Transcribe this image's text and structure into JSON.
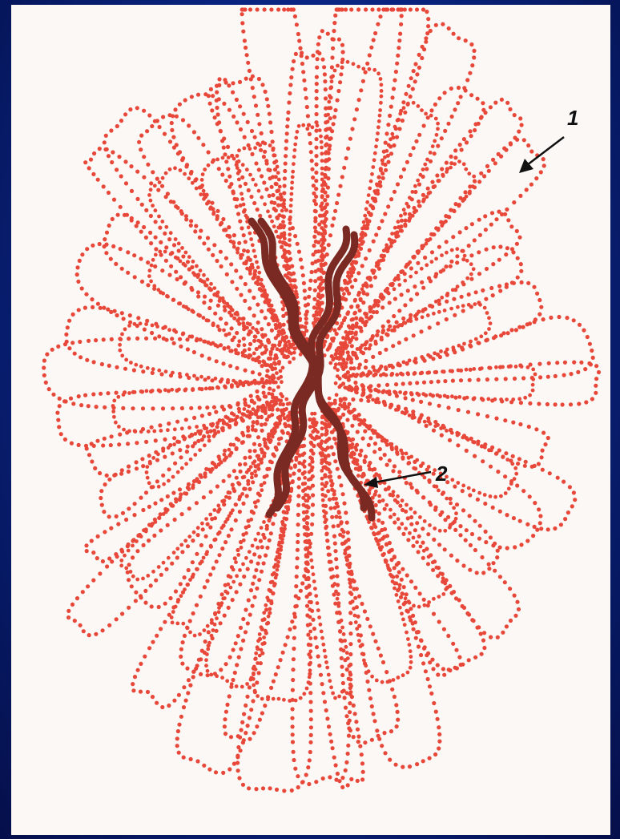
{
  "diagram": {
    "labels": [
      {
        "id": "loops",
        "text": "1"
      },
      {
        "id": "chromatids",
        "text": "2"
      }
    ],
    "colors": {
      "background": "#0b2a8f",
      "panel": "#fbf8f6",
      "loop_dots": "#e8483a",
      "chromosome": "#7a2a22",
      "arrow": "#111111"
    }
  }
}
